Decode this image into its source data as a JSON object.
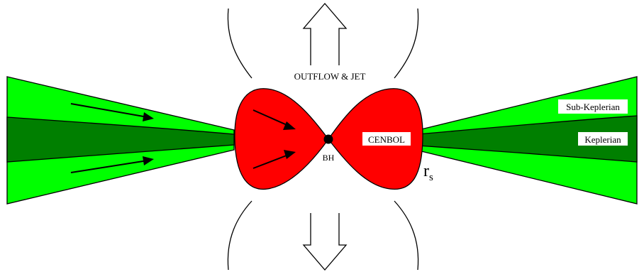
{
  "labels": {
    "outflow": "OUTFLOW & JET",
    "cenbol": "CENBOL",
    "bh": "BH",
    "sub_keplerian": "Sub-Keplerian",
    "keplerian": "Keplerian",
    "rs_main": "r",
    "rs_sub": "s"
  },
  "colors": {
    "sub_keplerian_flow": "#00ff00",
    "keplerian_disk": "#007f00",
    "cenbol": "#ff0000",
    "outline": "#000000",
    "label_box": "#ffffff"
  }
}
